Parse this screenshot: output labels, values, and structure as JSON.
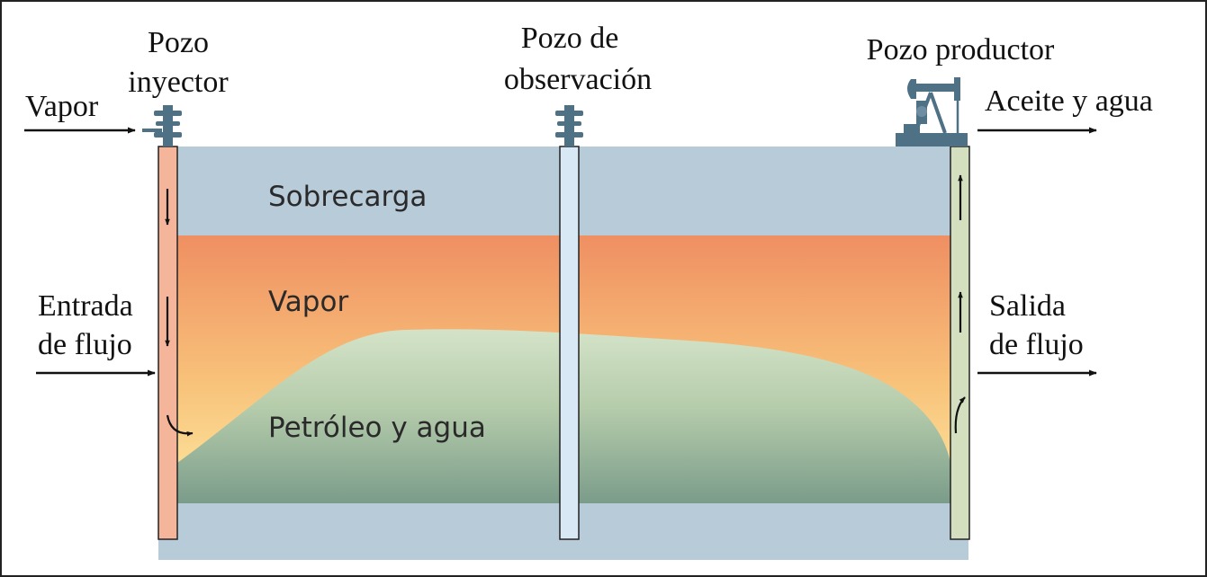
{
  "diagram": {
    "wells": {
      "injector_line1": "Pozo",
      "injector_line2": "inyector",
      "observation_line1": "Pozo de",
      "observation_line2": "observación",
      "producer": "Pozo productor"
    },
    "flows": {
      "steam_in": "Vapor",
      "oil_water_out": "Aceite y agua",
      "inflow_line1": "Entrada",
      "inflow_line2": "de flujo",
      "outflow_line1": "Salida",
      "outflow_line2": "de flujo"
    },
    "layers": {
      "overburden": "Sobrecarga",
      "steam": "Vapor",
      "oil_water": "Petróleo y agua"
    }
  },
  "colors": {
    "overburden": "#b8cbd9",
    "steam_top": "#ef8f62",
    "steam_bottom": "#fde8a0",
    "oil_top": "#cfe0c4",
    "oil_bottom": "#7fa08e",
    "injector_well": "#f5b59b",
    "observation_well": "#d8e8f4",
    "producer_well": "#d3dfbf",
    "equipment": "#4f7186"
  },
  "icons": [
    "wellhead-icon",
    "pumpjack-icon",
    "arrow-icon"
  ]
}
